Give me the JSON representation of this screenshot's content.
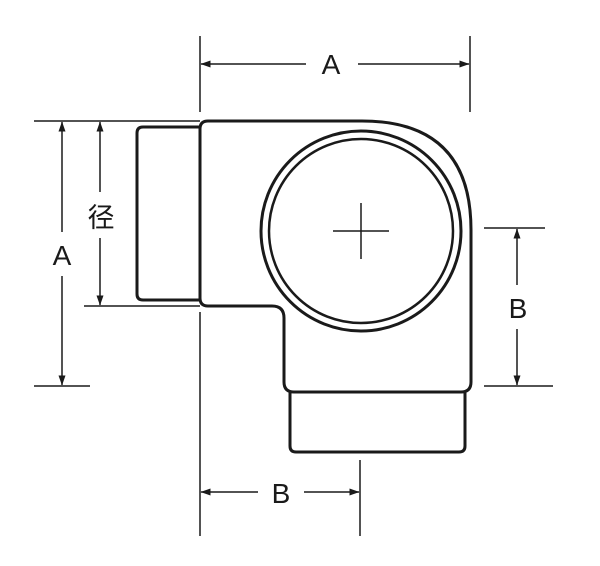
{
  "labels": {
    "top_width": "A",
    "left_height": "A",
    "diameter": "径",
    "bottom_width": "B",
    "right_height": "B"
  },
  "colors": {
    "line": "#1a1a1a",
    "background": "#ffffff"
  }
}
